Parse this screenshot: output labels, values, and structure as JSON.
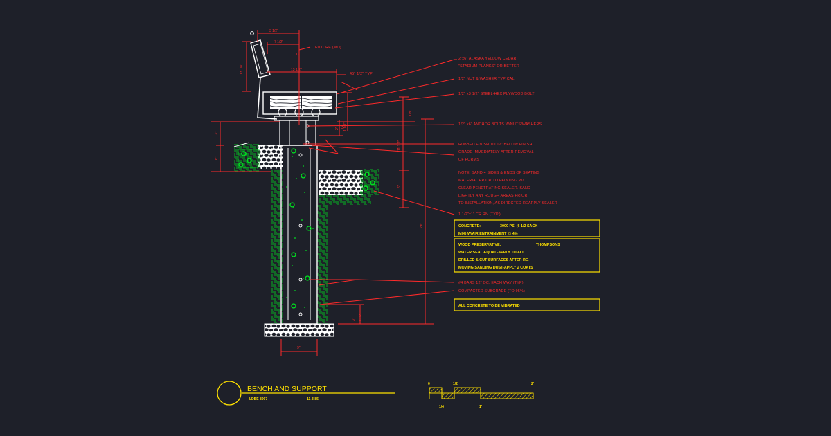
{
  "drawing": {
    "notes": [
      "2\"x6\" ALASKA YELLOW CEDAR",
      "\"STADIUM PLANKS\" OR BETTER",
      "1/2\" NUT & WASHER TYPICAL",
      "1/2\" x3 1/2\" STEEL-HEX PLYWOOD BOLT",
      "1/2\" x6\" ANCHOR BOLTS W/NUTS/WASHERS",
      "RUBBED FINISH                    TO 12\" BELOW FINISH",
      "GRADE IMMEDIATELY AFTER REMOVAL",
      "OF FORMS",
      "NOTE: SAND 4 SIDES & ENDS OF SEATING",
      "MATERIAL PRIOR TO PAINTING W/",
      "CLEAR PENETRATING SEALER. SAND",
      "LIGHTLY ANY ROUGH AREAS PRIOR",
      "TO INSTALLATION, AS DIRECTED-REAPPLY SEALER",
      "1 1/2\"x1\" CR.RN.(TYP.)",
      "#4 BARS 12\" OC. EACH WAY (TYP)",
      "COMPACTED SUBGRADE (TO 95%)"
    ],
    "top_labels": {
      "future": "FUTURE (MO)",
      "bevel": "45\" 1/2\" TYP"
    },
    "cl_symbol": "CL",
    "dims": {
      "d1": "3 1/2\"",
      "d2": "7 1/2\"",
      "d3": "13 1/2\"",
      "d4": "13 1/8\"",
      "d5": "1 1/8\"",
      "d6": "1 1/8\"",
      "d7": "2\"",
      "d8": "CLR.",
      "d9": "11 1/2\"",
      "d10": "6\"",
      "d11": "3\"",
      "d12": "6\"",
      "d13": "2'6\"",
      "d14": "3\"",
      "d15": "CLR.",
      "d16": "9\""
    },
    "spec_boxes": {
      "concrete_label": "CONCRETE:",
      "concrete_value": "3000 PSI (6 1/2 SACK",
      "concrete_line2": "MIX) W/AIR ENTRAINMENT @ 4%",
      "wood_label": "WOOD PRESERVATIVE:",
      "wood_value": "THOMPSONS",
      "wood_line2": "WATER SEAL-EQUAL-APPLY TO ALL",
      "wood_line3": "DRILLED & CUT SURFACES AFTER RE-",
      "wood_line4": "MOVING SANDING DUST-APPLY 2 COATS",
      "vibrated": "ALL CONCRETE TO BE VIBRATED"
    },
    "title_block": {
      "title": "BENCH AND SUPPORT",
      "code": "LDBE 8007",
      "date": "11-3-85"
    },
    "scale_bar": {
      "l0": "0",
      "l_half": "1/2",
      "l2": "2'",
      "l_quarter": "1/4",
      "l1": "1'"
    },
    "colors": {
      "background": "#1e2029",
      "red": "#ff2a2a",
      "white": "#ffffff",
      "green": "#00e020",
      "yellow": "#ffe100"
    }
  }
}
